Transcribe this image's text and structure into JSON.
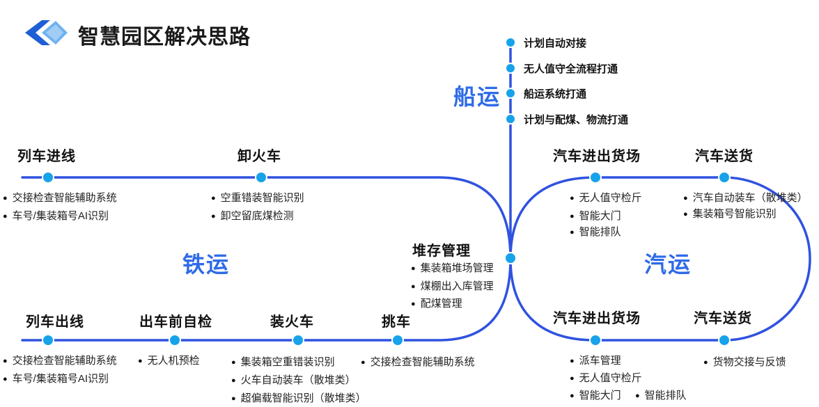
{
  "title": "智慧园区解决思路",
  "ship": {
    "label": "船运",
    "items": [
      "计划自动对接",
      "无人值守全流程打通",
      "船运系统打通",
      "计划与配煤、物流打通"
    ]
  },
  "rail": {
    "label": "铁运",
    "top": {
      "stage1": {
        "name": "列车进线",
        "items": [
          "交接检查智能辅助系统",
          "车号/集装箱号AI识别"
        ]
      },
      "stage2": {
        "name": "卸火车",
        "items": [
          "空重错装智能识别",
          "卸空留底煤检测"
        ]
      }
    },
    "storage": {
      "name": "堆存管理",
      "items": [
        "集装箱堆场管理",
        "煤棚出入库管理",
        "配煤管理"
      ]
    },
    "bottom": {
      "stage1": {
        "name": "列车出线",
        "items": [
          "交接检查智能辅助系统",
          "车号/集装箱号AI识别"
        ]
      },
      "stage2": {
        "name": "出车前自检",
        "items": [
          "无人机预检"
        ]
      },
      "stage3": {
        "name": "装火车",
        "items": [
          "集装箱空重错装识别",
          "火车自动装车（散堆类）",
          "超偏载智能识别（散堆类）"
        ]
      },
      "stage4": {
        "name": "挑车",
        "items": [
          "交接检查智能辅助系统"
        ]
      }
    }
  },
  "truck": {
    "label": "汽运",
    "top": {
      "stage1": {
        "name": "汽车进出货场",
        "items": [
          "无人值守检斤",
          "智能大门",
          "智能排队"
        ]
      },
      "stage2": {
        "name": "汽车送货",
        "items": [
          "汽车自动装车（散堆类）",
          "集装箱号智能识别"
        ]
      }
    },
    "bottom": {
      "stage1": {
        "name": "汽车进出货场",
        "items": [
          "派车管理",
          "无人值守检斤",
          "智能大门",
          "智能排队"
        ]
      },
      "stage2": {
        "name": "汽车送货",
        "items": [
          "货物交接与反馈"
        ]
      }
    }
  },
  "colors": {
    "line": "#2f52e0",
    "node": "#16a3ea",
    "accent": "#2f6be8",
    "logo_primary": "#1f5fd6",
    "logo_secondary": "#6fb3f0"
  }
}
